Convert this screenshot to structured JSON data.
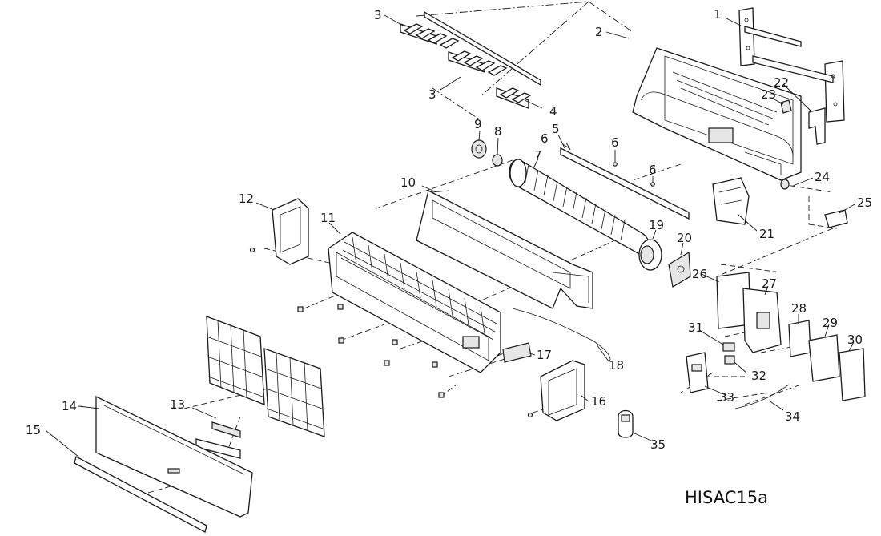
{
  "model_code": "HISAC15a",
  "callouts": [
    "1",
    "2",
    "3",
    "3",
    "4",
    "5",
    "6",
    "6",
    "6",
    "7",
    "8",
    "9",
    "10",
    "11",
    "12",
    "13",
    "14",
    "15",
    "16",
    "17",
    "18",
    "19",
    "20",
    "21",
    "22",
    "23",
    "24",
    "25",
    "26",
    "27",
    "28",
    "29",
    "30",
    "31",
    "32",
    "33",
    "34",
    "35"
  ]
}
